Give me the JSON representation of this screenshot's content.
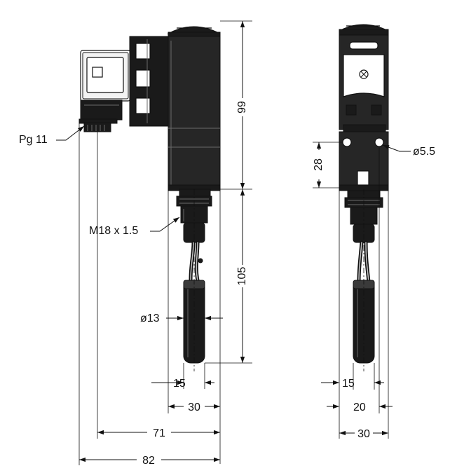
{
  "drawing": {
    "dimensions": {
      "height_upper": "99",
      "height_lower": "105",
      "float_diameter": "ø13",
      "float_width": "15",
      "body_width": "30",
      "depth_71": "71",
      "depth_82": "82",
      "hole_spacing": "28",
      "hole_diameter": "ø5.5",
      "side_float_width": "15",
      "side_inner_width": "20",
      "side_width": "30"
    },
    "callouts": {
      "cable_gland": "Pg 11",
      "thread": "M18 x 1.5"
    }
  }
}
